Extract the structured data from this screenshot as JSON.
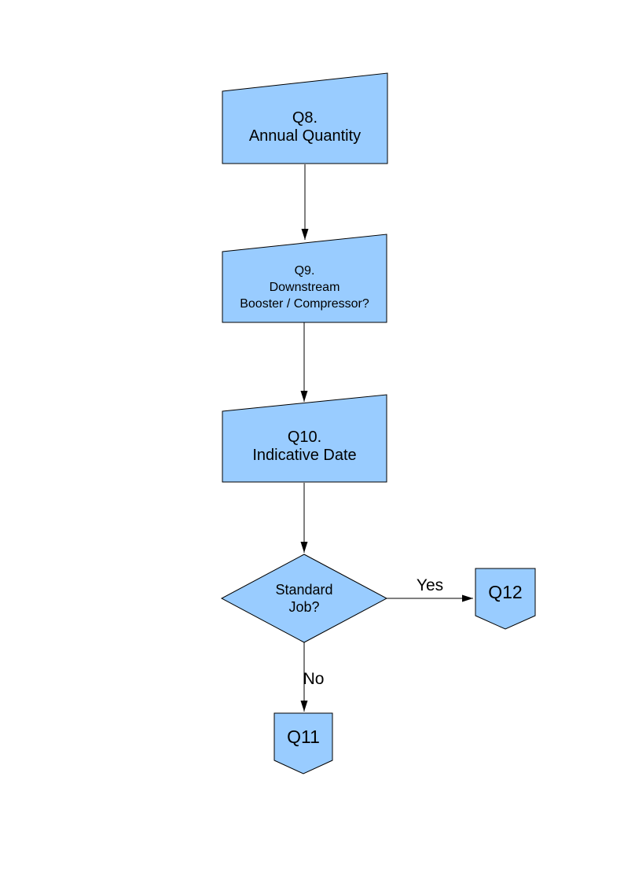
{
  "colors": {
    "shape_fill": "#99CCFF",
    "shape_stroke": "#000000",
    "arrow": "#000000",
    "text": "#000000",
    "page_background": "#FFFFFF"
  },
  "flowchart": {
    "nodes": {
      "q8": {
        "shape": "manual-input",
        "line1": "Q8.",
        "line2": "Annual Quantity"
      },
      "q9": {
        "shape": "manual-input",
        "line1": "Q9.",
        "line2": "Downstream",
        "line3": "Booster / Compressor?"
      },
      "q10": {
        "shape": "manual-input",
        "line1": "Q10.",
        "line2": "Indicative Date"
      },
      "decision": {
        "shape": "decision",
        "line1": "Standard",
        "line2": "Job?"
      },
      "q12": {
        "shape": "off-page-connector",
        "label": "Q12"
      },
      "q11": {
        "shape": "off-page-connector",
        "label": "Q11"
      }
    },
    "edges": {
      "yes": {
        "label": "Yes"
      },
      "no": {
        "label": "No"
      }
    }
  }
}
